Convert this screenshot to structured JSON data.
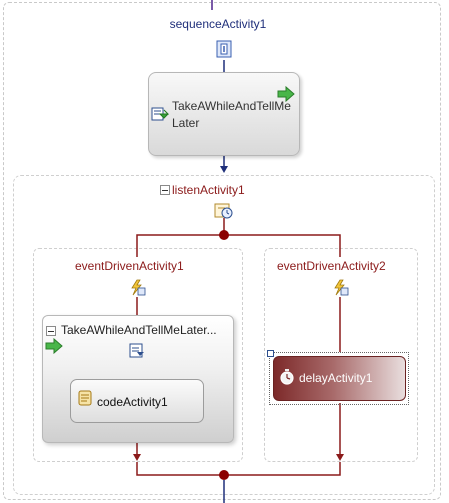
{
  "sequence": {
    "title": "sequenceActivity1"
  },
  "take_activity": {
    "label": "TakeAWhileAndTellMeLater"
  },
  "listen": {
    "title": "listenActivity1",
    "branch1": {
      "title": "eventDrivenActivity1",
      "scope": {
        "title": "TakeAWhileAndTellMeLater...",
        "child": {
          "label": "codeActivity1"
        }
      }
    },
    "branch2": {
      "title": "eventDrivenActivity2",
      "child": {
        "label": "delayActivity1"
      }
    }
  },
  "icons": [
    "sequence-connector-icon",
    "send-activity-icon",
    "green-arrow-icon",
    "listen-icon",
    "event-driven-icon",
    "scope-start-icon",
    "code-scroll-icon",
    "stopwatch-icon",
    "collapse-icon"
  ],
  "colors": {
    "connector_blue": "#1f2f7a",
    "connector_red": "#8b1a1a",
    "junction": "#8b0000",
    "delay_fill": "#7d2a2a",
    "purple_line": "#7a5aa8"
  }
}
